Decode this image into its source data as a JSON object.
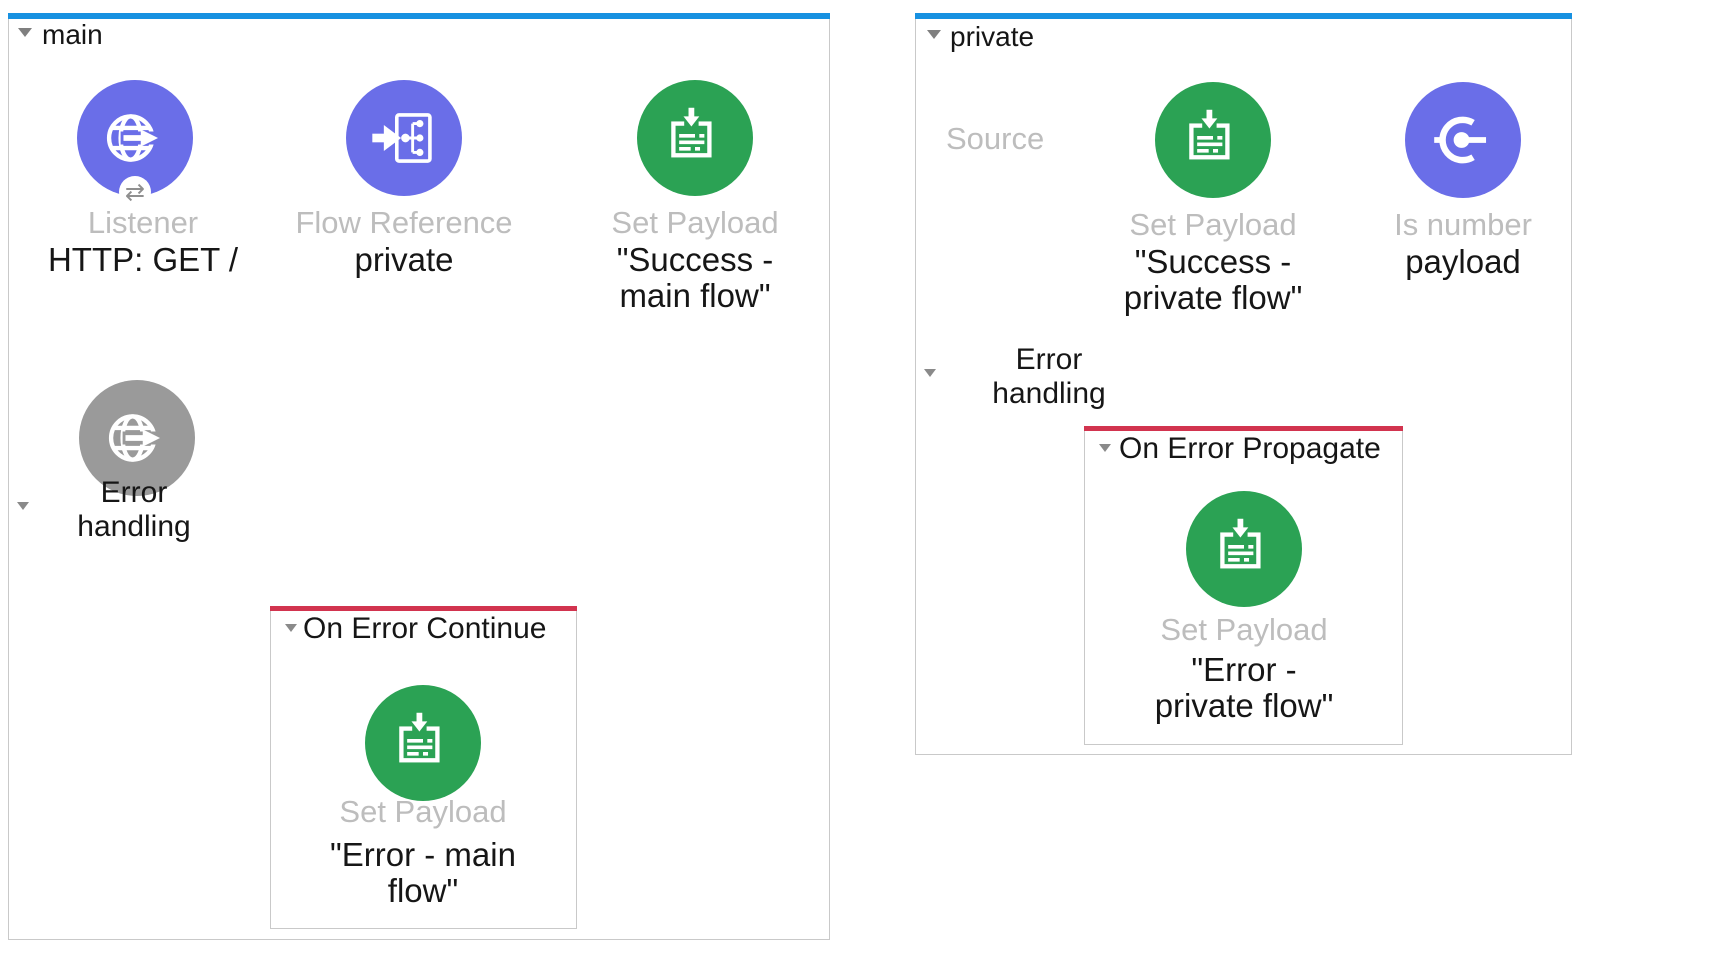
{
  "colors": {
    "flow_accent_blue": "#1791e1",
    "error_accent_red": "#d2344f",
    "connector_purple": "#6a6ee8",
    "transformer_green": "#2ba254",
    "disabled_gray": "#9a9a9a",
    "label_gray": "#bdbdbd",
    "border_gray": "#c9c9c9",
    "connector_line_gray": "#c8c8c8"
  },
  "icons": {
    "listener_badge_glyph": "⇄"
  },
  "flows": {
    "main": {
      "title": "main",
      "listener": {
        "label": "Listener",
        "sublabel": "HTTP: GET /"
      },
      "flow_reference": {
        "label": "Flow Reference",
        "sublabel": "private"
      },
      "set_payload": {
        "label": "Set Payload",
        "sublabel": "\"Success -\nmain flow\""
      },
      "error_handling_label": "Error\nhandling",
      "error_handler": {
        "title": "On Error Continue",
        "set_payload": {
          "label": "Set Payload",
          "sublabel": "\"Error - main\nflow\""
        }
      }
    },
    "private": {
      "title": "private",
      "source_label": "Source",
      "set_payload": {
        "label": "Set Payload",
        "sublabel": "\"Success -\nprivate flow\""
      },
      "is_number": {
        "label": "Is number",
        "sublabel": "payload"
      },
      "error_handling_label": "Error\nhandling",
      "error_handler": {
        "title": "On Error Propagate",
        "set_payload": {
          "label": "Set Payload",
          "sublabel": "\"Error -\nprivate flow\""
        }
      }
    }
  }
}
